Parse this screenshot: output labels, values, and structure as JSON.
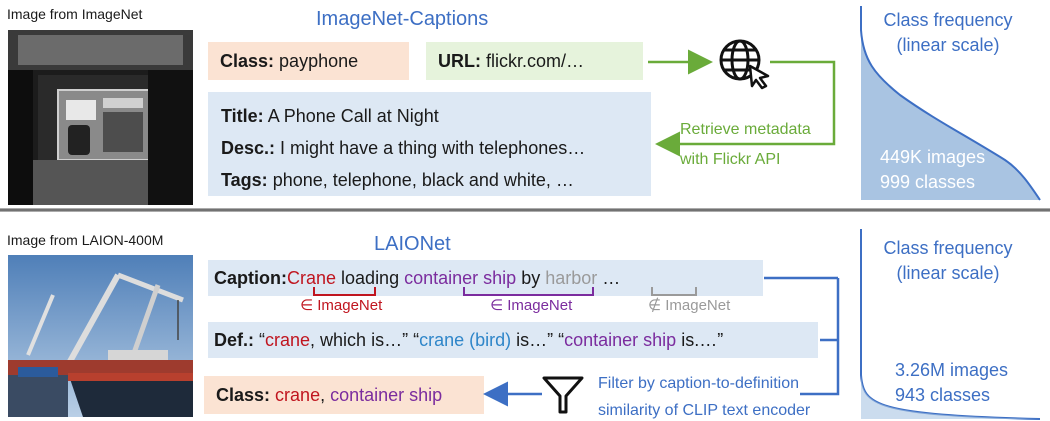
{
  "top": {
    "image_caption": "Image from ImageNet",
    "section_title": "ImageNet-Captions",
    "class_label": "Class:",
    "class_value": "payphone",
    "url_label": "URL:",
    "url_value": "flickr.com/…",
    "title_label": "Title:",
    "title_value": "A Phone Call at Night",
    "desc_label": "Desc.:",
    "desc_value": "I might have a thing with telephones…",
    "tags_label": "Tags:",
    "tags_value": "phone, telephone, black and white, …",
    "retrieve_line1": "Retrieve metadata",
    "retrieve_line2": "with Flickr API",
    "freq_line1": "Class frequency",
    "freq_line2": "(linear scale)",
    "count_images": "449K images",
    "count_classes": "999 classes"
  },
  "bottom": {
    "image_caption": "Image from LAION-400M",
    "section_title": "LAIONet",
    "caption_label": "Caption:",
    "cap_word1": "Crane",
    "cap_word2": "loading",
    "cap_word3": "container ship",
    "cap_word4": "by",
    "cap_word5": "harbor",
    "cap_word6": "…",
    "in_imagenet": "∈ ImageNet",
    "not_in_imagenet": "∉ ImageNet",
    "def_label": "Def.:",
    "def_q1_open": "“",
    "def_q1_word": "crane",
    "def_q1_rest": ", which is…”",
    "def_q2_open": "“",
    "def_q2_word": "crane (bird)",
    "def_q2_rest": " is…”",
    "def_q3_open": "“",
    "def_q3_word": "container ship",
    "def_q3_rest": " is.…”",
    "filter_line1": "Filter by caption-to-definition",
    "filter_line2": "similarity of CLIP text encoder",
    "class_label": "Class:",
    "class_v1": "crane",
    "class_sep": ", ",
    "class_v2": "container ship",
    "freq_line1": "Class frequency",
    "freq_line2": "(linear scale)",
    "count_images": "3.26M images",
    "count_classes": "943 classes"
  },
  "colors": {
    "peach": "#fbe3d3",
    "green": "#e6f3dc",
    "blue_box": "#dde8f4",
    "accent_blue": "#3d6fc4",
    "accent_green": "#6aab3a",
    "red": "#c0151f",
    "purple": "#7b2c9e"
  },
  "icons": [
    "globe-cursor-icon",
    "filter-funnel-icon"
  ]
}
